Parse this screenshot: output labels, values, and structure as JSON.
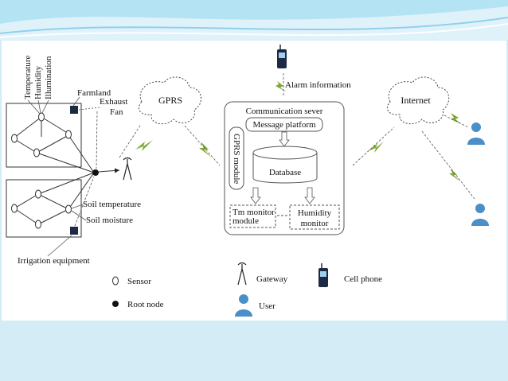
{
  "diagram": {
    "sensors": {
      "temperature": "Temperature",
      "humidity": "Humidity",
      "illumination": "Illumination"
    },
    "farmland": "Farmland",
    "exhaust_fan": "Exhaust Fan",
    "gprs": "GPRS",
    "alarm_information": "Alarm information",
    "communication_server": "Communication sever",
    "message_platform": "Message platform",
    "gprs_module": "GPRS module",
    "database": "Database",
    "tm_monitor_module": "Tm monitor module",
    "humidity_monitor": "Humidity monitor",
    "internet": "Internet",
    "soil_temperature": "Soil temperature",
    "soil_moisture": "Soil moisture",
    "irrigation_equipment": "Irrigation equipment"
  },
  "legend": {
    "sensor": "Sensor",
    "root_node": "Root node",
    "gateway": "Gateway",
    "cell_phone": "Cell phone",
    "user": "User"
  },
  "colors": {
    "background": "#d3ecf6",
    "panel": "#ffffff",
    "lightning": "#7fa832",
    "user_icon": "#4a8fc7",
    "wave": "#8fd0ec"
  }
}
